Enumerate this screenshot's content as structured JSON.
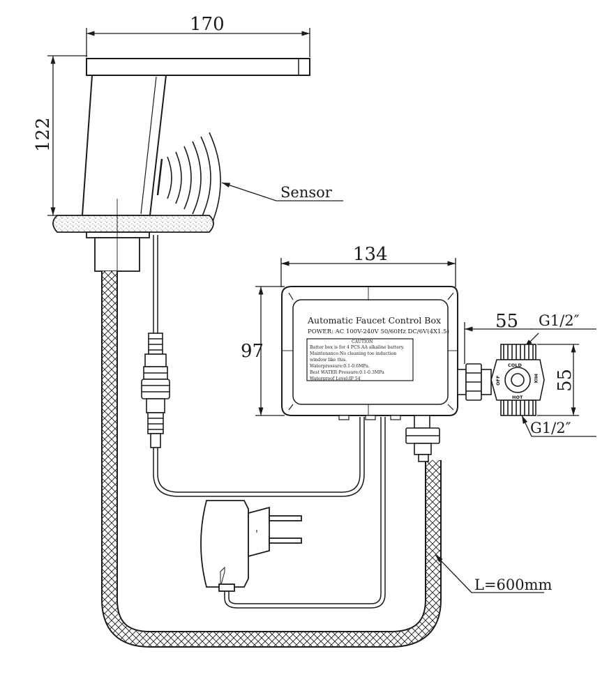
{
  "dimensions": {
    "faucet_width": "170",
    "faucet_height": "122",
    "box_width": "134",
    "box_height": "97",
    "valve_offset": "55",
    "valve_height": "55"
  },
  "labels": {
    "sensor": "Sensor",
    "thread_top": "G1/2″",
    "thread_bottom": "G1/2″",
    "hose_length": "L=600mm"
  },
  "control_box": {
    "title": "Automatic Faucet Control Box",
    "power": "POWER: AC 100V-240V 50/60Hz DC/6V(4X1.5)",
    "caution_title": "CAUTION",
    "caution_lines": [
      "Batter box is for 4 PCS AA alkaline battery.",
      "Maintenance:No cleaning toe induction",
      "window like this.",
      "Waterpressure:0.1-0.6MPa.",
      "Best WATER Pressure:0.1-0.3MPa",
      "Waterproof Level:IP 54"
    ]
  },
  "valve": {
    "cold": "COLD",
    "hot": "HOT",
    "off": "OFF",
    "mix": "MIX"
  },
  "colors": {
    "line": "#1a1a1a",
    "background": "#ffffff"
  }
}
